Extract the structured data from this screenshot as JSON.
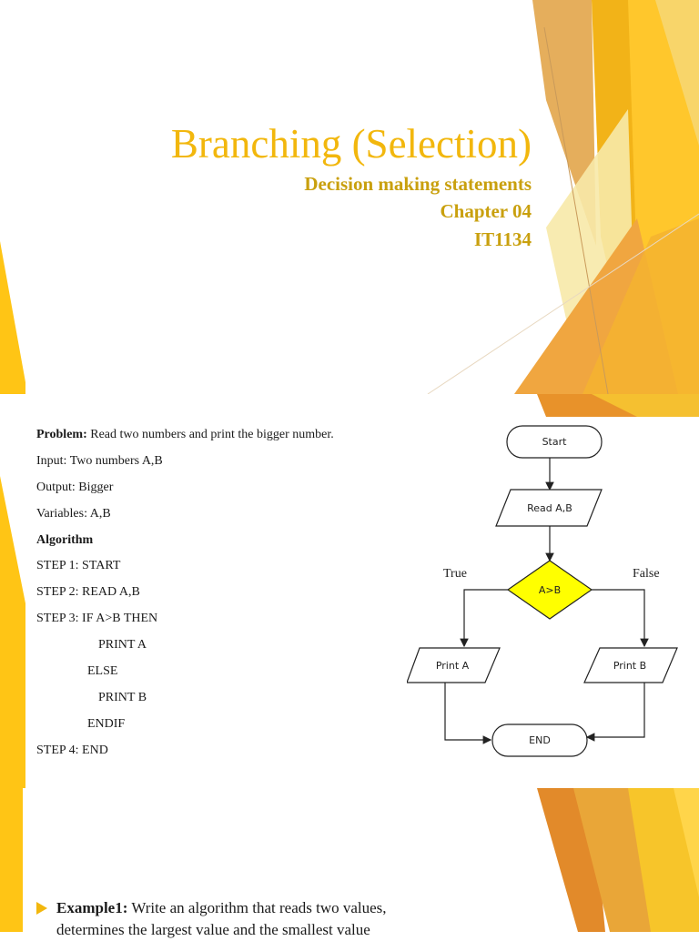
{
  "slide1": {
    "title": "Branching (Selection)",
    "subtitle_lines": [
      "Decision making statements",
      "Chapter 04",
      "IT1134"
    ]
  },
  "slide2": {
    "problem_label": "Problem:",
    "problem_text": " Read two numbers and print the bigger number.",
    "lines": [
      "Input: Two numbers A,B",
      "Output: Bigger",
      "Variables: A,B",
      "Algorithm",
      "STEP 1: START",
      "STEP 2: READ A,B",
      "STEP 3: IF A>B THEN",
      "PRINT A",
      "ELSE",
      "PRINT B",
      "ENDIF",
      "STEP 4: END"
    ],
    "flowchart": {
      "start": "Start",
      "read": "Read A,B",
      "decision": "A>B",
      "true_label": "True",
      "false_label": "False",
      "print_a": "Print A",
      "print_b": "Print B",
      "end": "END",
      "decision_color": "#ffff00"
    }
  },
  "slide3": {
    "label": "Example1:",
    "text": " Write an algorithm that reads two values, determines the largest value and the smallest value"
  },
  "colors": {
    "accent": "#f2b70d",
    "subtitle": "#c9a00e",
    "orange": "#e88a26",
    "yellow": "#ffc515"
  }
}
